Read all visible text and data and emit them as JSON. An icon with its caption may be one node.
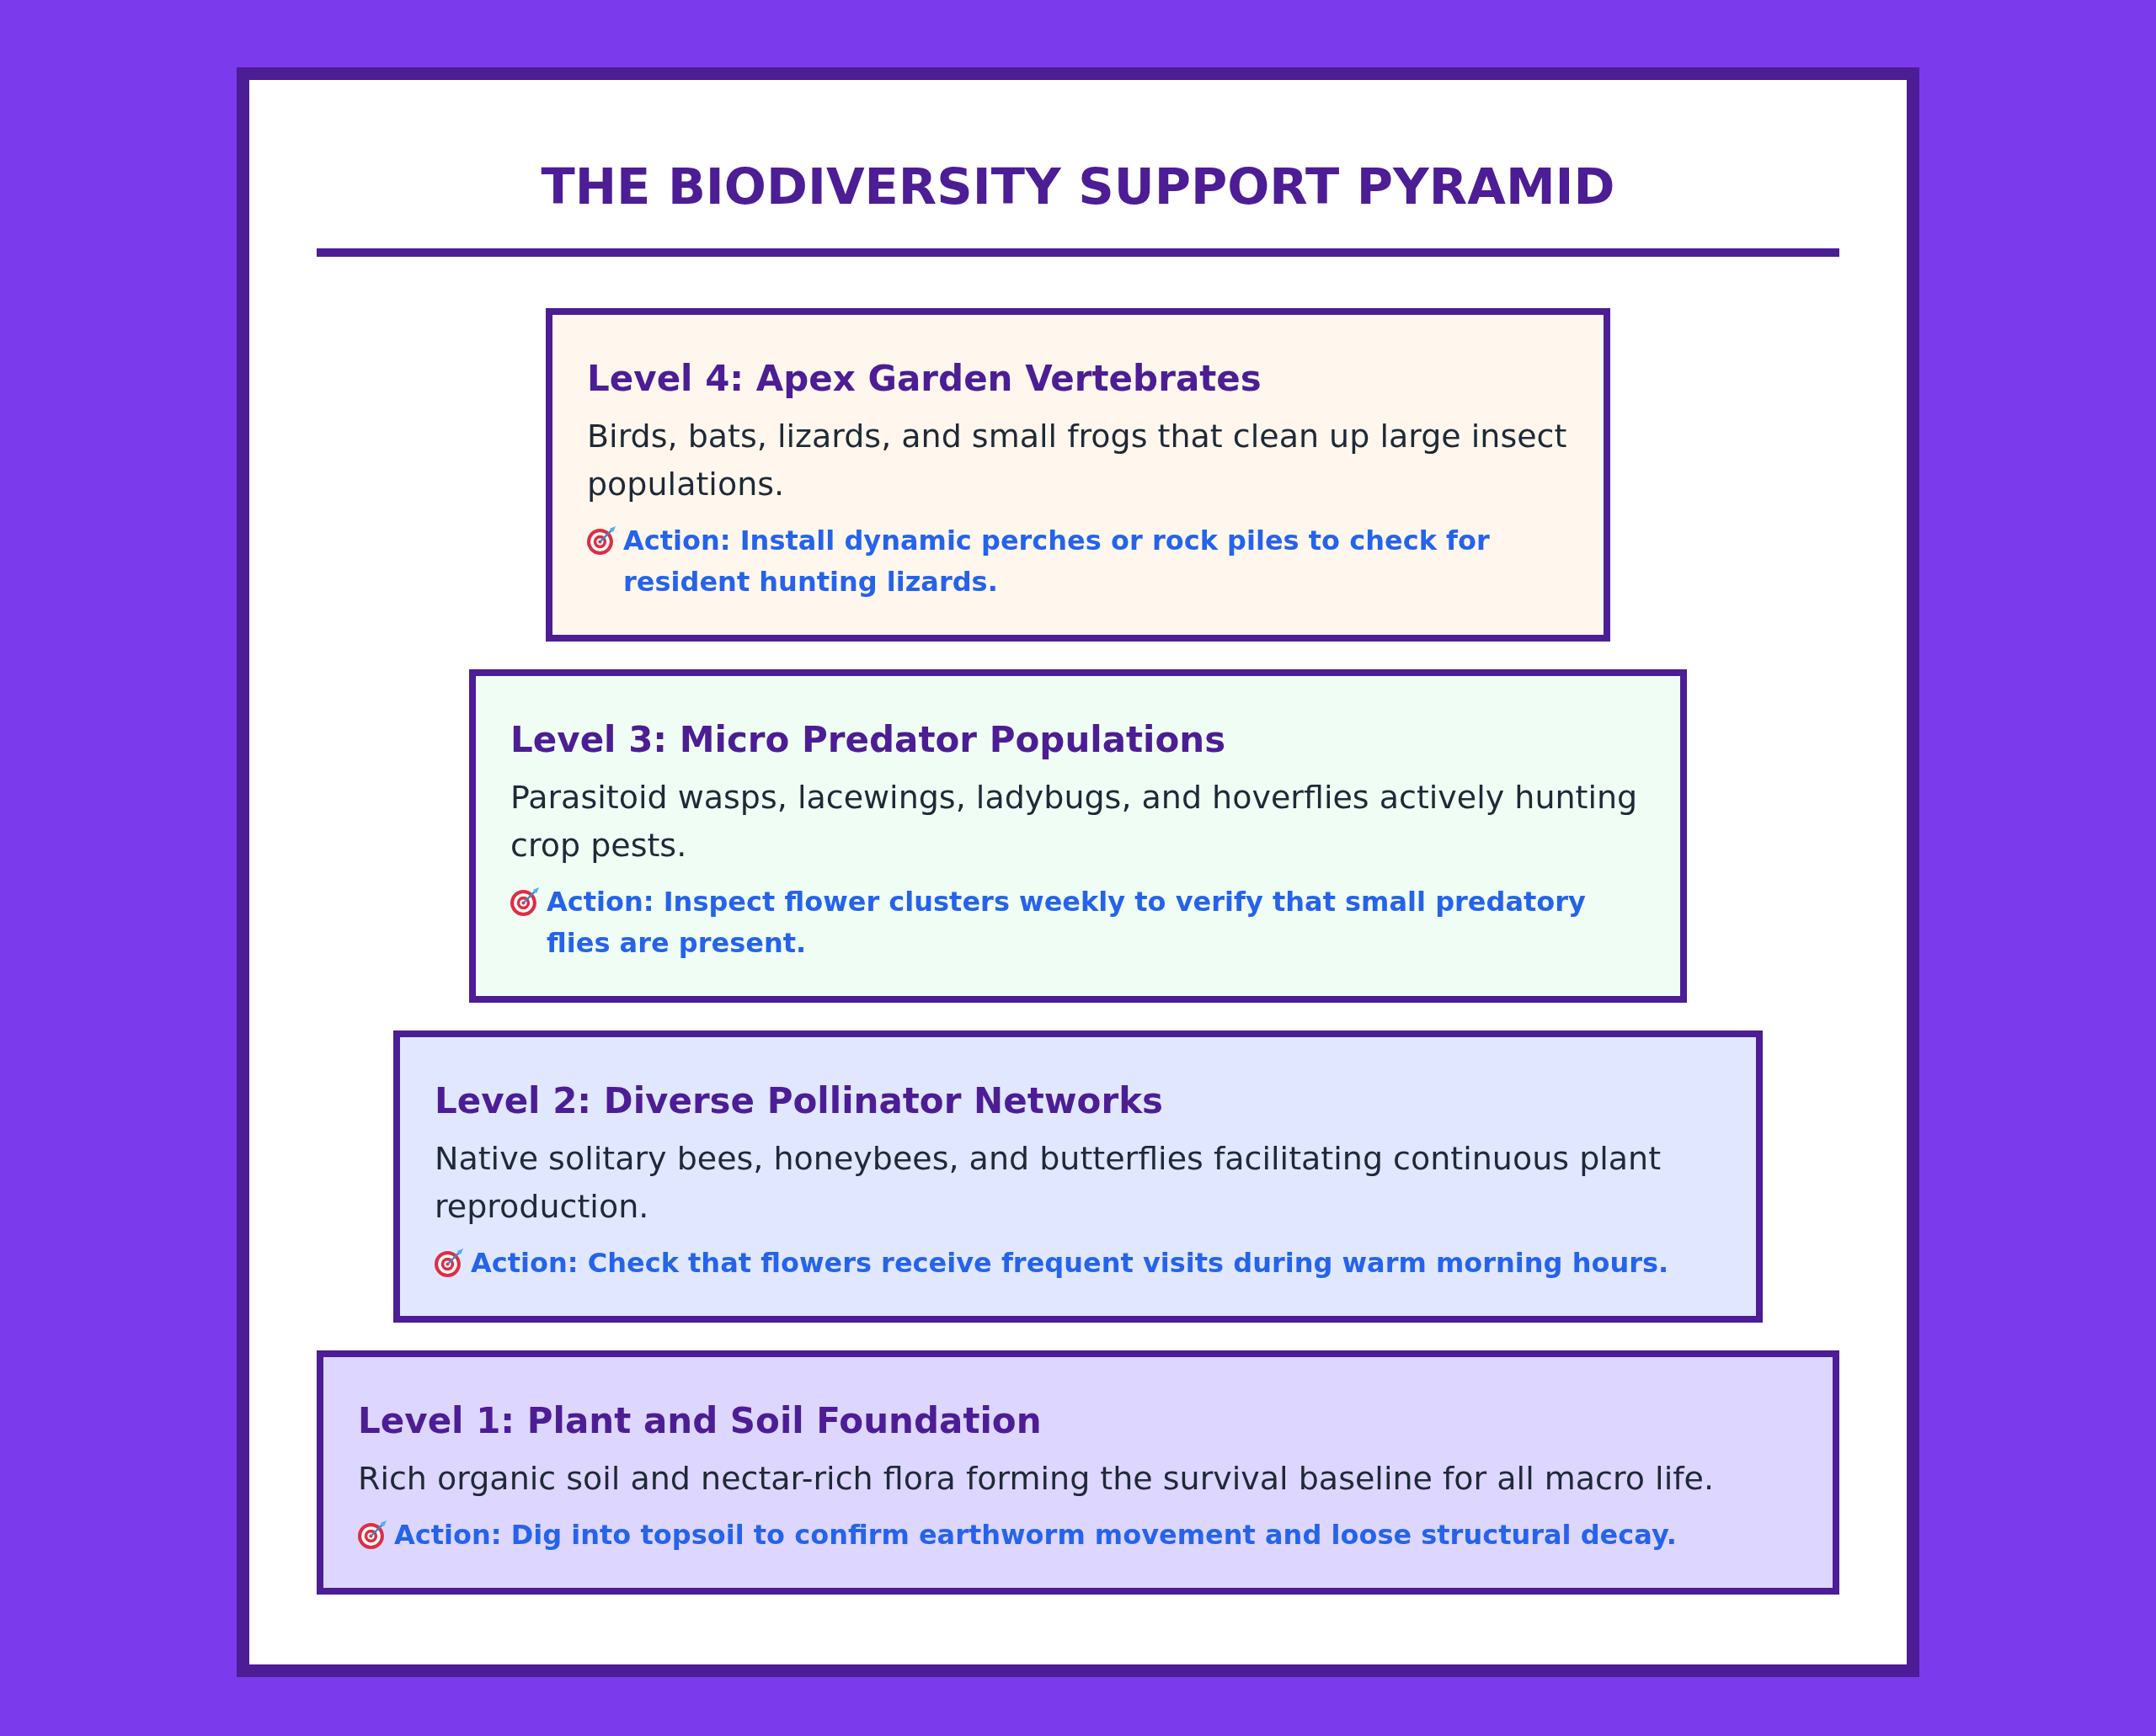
{
  "diagram": {
    "title": "THE BIODIVERSITY SUPPORT PYRAMID",
    "nodes": [
      {
        "text": [
          "Level 4: Apex Garden Vertebrates",
          "Birds, bats, lizards, and small frogs that clean up large insect populations.",
          "Action: Install dynamic perches or rock piles to check for resident hunting lizards."
        ]
      },
      {
        "text": [
          "Level 3: Micro Predator Populations",
          "Parasitoid wasps, lacewings, ladybugs, and hoverflies actively hunting crop pests.",
          "Action: Inspect flower clusters weekly to verify that small predatory flies are present."
        ]
      },
      {
        "text": [
          "Level 2: Diverse Pollinator Networks",
          "Native solitary bees, honeybees, and butterflies facilitating continuous plant reproduction.",
          "Action: Check that flowers receive frequent visits during warm morning hours."
        ]
      },
      {
        "text": [
          "Level 1: Plant and Soil Foundation",
          "Rich organic soil and nectar-rich flora forming the survival baseline for all macro life.",
          "Action: Dig into topsoil to confirm earthworm movement and loose structural decay."
        ]
      }
    ]
  }
}
